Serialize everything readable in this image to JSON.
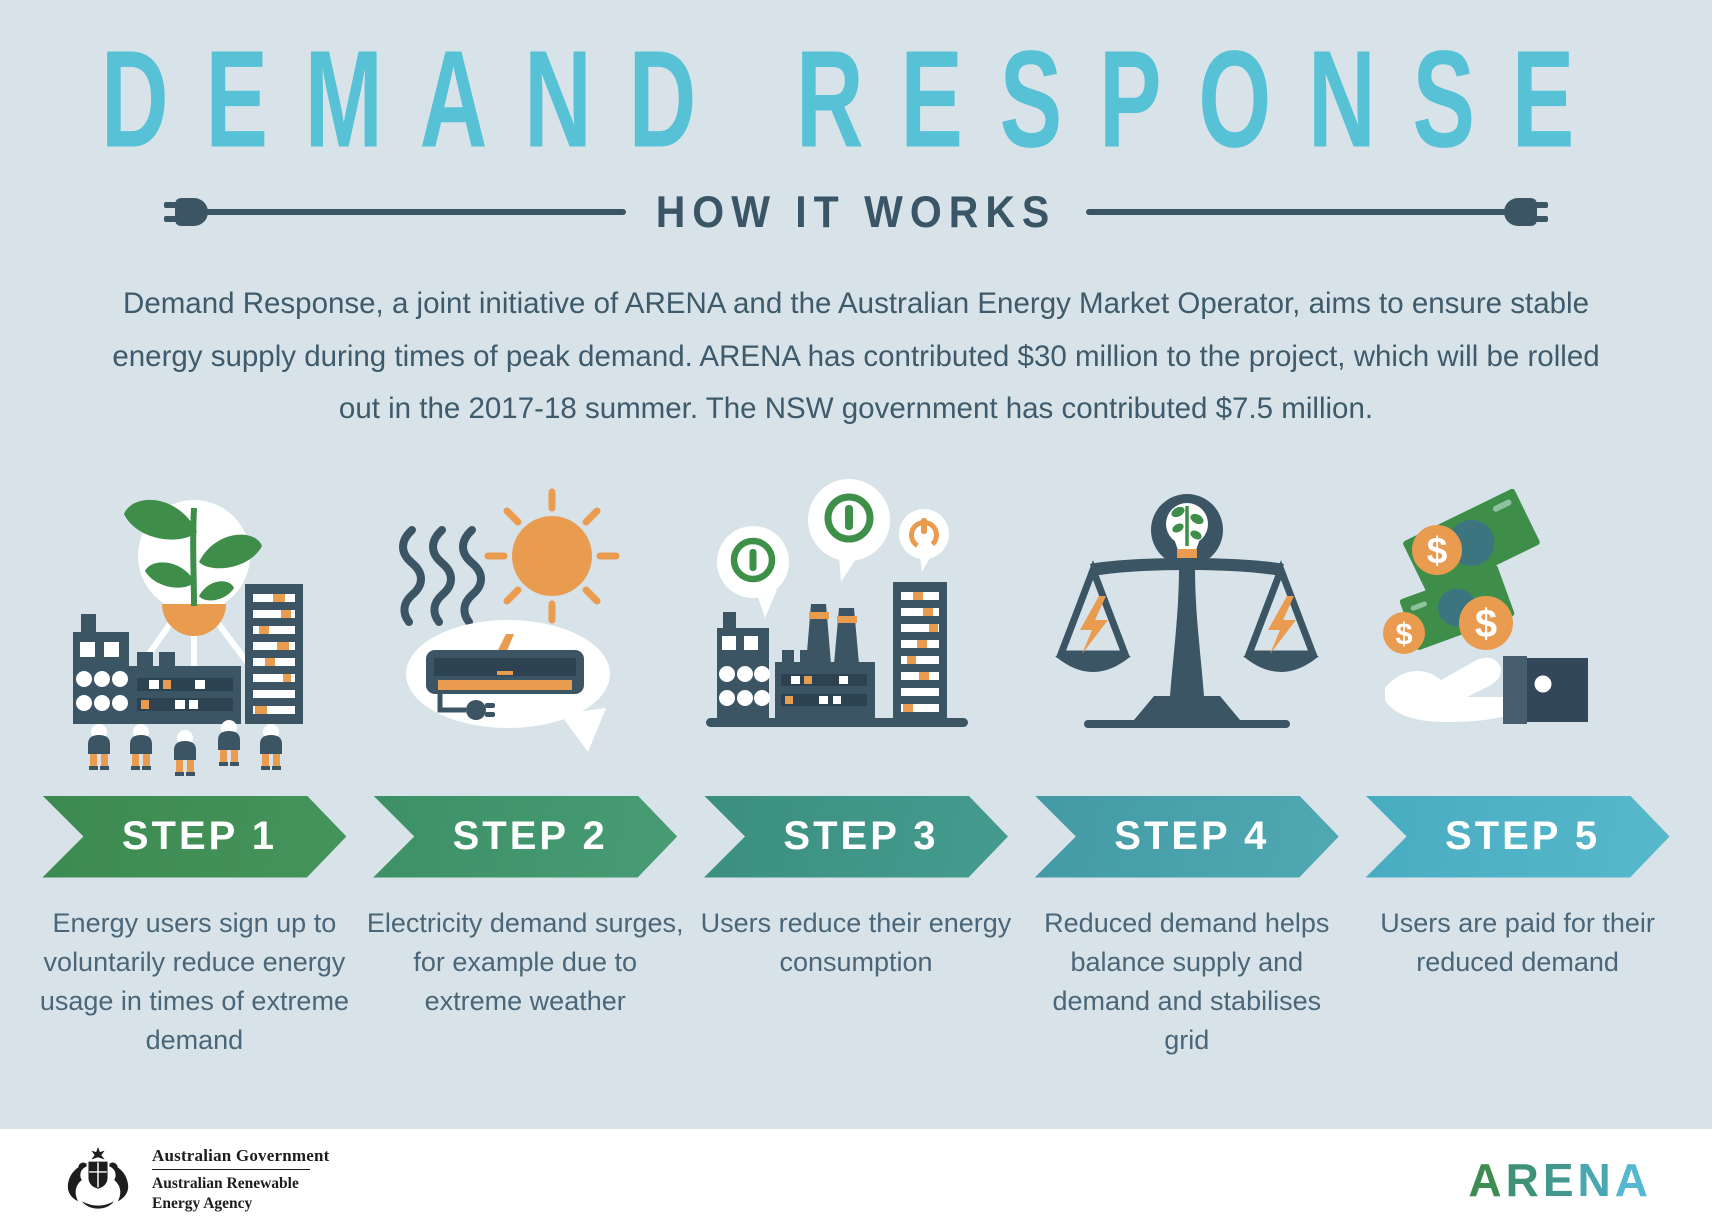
{
  "header": {
    "title": "DEMAND RESPONSE",
    "subtitle": "HOW IT WORKS",
    "left_icon": "power-plug-left-icon",
    "right_icon": "power-plug-right-icon"
  },
  "intro": {
    "text": "Demand Response, a joint initiative of ARENA and the Australian Energy Market Operator, aims to ensure stable energy supply during times of peak demand. ARENA has contributed $30 million to the project, which will be rolled out in the 2017-18 summer. The NSW government has contributed $7.5 million."
  },
  "steps": [
    {
      "label": "STEP 1",
      "description": "Energy users sign up to voluntarily reduce energy usage in times of extreme demand",
      "icon": "buildings-lightbulb-plant-icon",
      "color_left": "#3C8A50",
      "color_right": "#45945C"
    },
    {
      "label": "STEP 2",
      "description": "Electricity demand surges, for example due to extreme weather",
      "icon": "sun-heat-airconditioner-icon",
      "color_left": "#3D9066",
      "color_right": "#479C74"
    },
    {
      "label": "STEP 3",
      "description": "Users reduce their energy consumption",
      "icon": "factory-power-off-bubbles-icon",
      "color_left": "#3A8F80",
      "color_right": "#459B8E"
    },
    {
      "label": "STEP 4",
      "description": "Reduced demand helps balance supply and demand and stabilises grid",
      "icon": "balance-scales-energy-icon",
      "color_left": "#439AA5",
      "color_right": "#50A9B2"
    },
    {
      "label": "STEP 5",
      "description": "Users are paid for their reduced demand",
      "icon": "hand-receiving-money-icon",
      "color_left": "#48ACC1",
      "color_right": "#58B8CB"
    }
  ],
  "footer": {
    "coat_of_arms_icon": "australian-coat-of-arms-icon",
    "gov_line1": "Australian Government",
    "gov_line2": "Australian Renewable",
    "gov_line3": "Energy Agency",
    "arena_letters": [
      {
        "ch": "A",
        "color": "#3F8C50"
      },
      {
        "ch": "R",
        "color": "#3F9374"
      },
      {
        "ch": "E",
        "color": "#42988E"
      },
      {
        "ch": "N",
        "color": "#49A7B2"
      },
      {
        "ch": "A",
        "color": "#55B7D0"
      }
    ]
  },
  "palette": {
    "background": "#D7E3E8",
    "title_teal": "#57C1D6",
    "dark_slate": "#3C5565",
    "orange": "#E99B50",
    "green": "#3E8E4A",
    "footer_white": "#FFFFFF"
  }
}
